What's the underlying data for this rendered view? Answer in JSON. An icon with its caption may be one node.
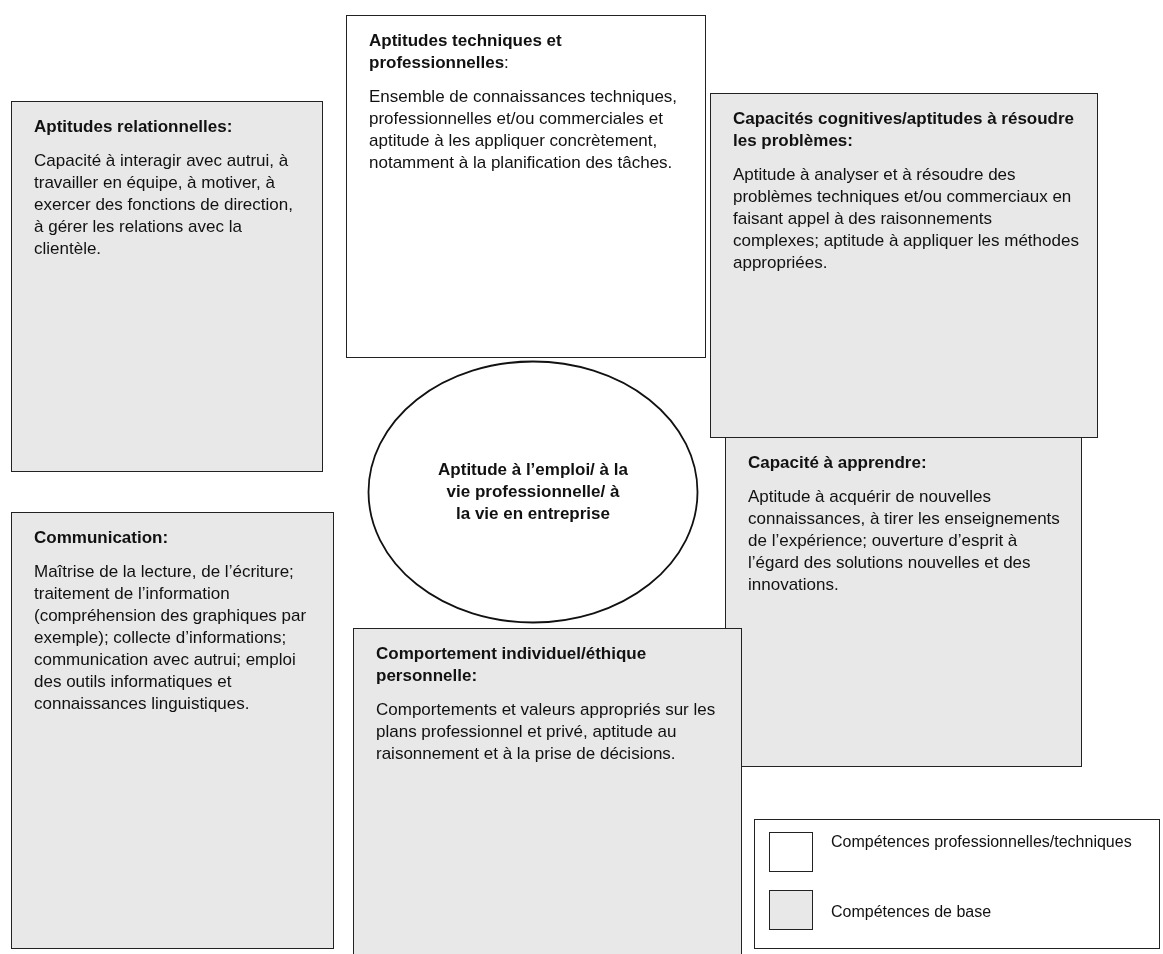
{
  "diagram": {
    "nodes": [
      {
        "text": [
          "Aptitudes relationnelles:",
          "Capacité à interagir avec autrui, à travailler en équipe, à motiver, à exercer des fonctions de direction, à gérer les relations avec la clientèle."
        ]
      },
      {
        "text": [
          "**Aptitudes techniques et professionnelles**:",
          "Ensemble de connaissances techniques, professionnelles et/ou commerciales et aptitude à les appliquer concrètement, notamment à la planification des tâches."
        ]
      },
      {
        "text": [
          "Capacités cognitives/aptitudes à résoudre les problèmes:",
          "Aptitude à analyser et à résoudre des problèmes techniques et/ou commerciaux en faisant appel à des raisonnements complexes; aptitude à appliquer les méthodes appropriées."
        ]
      },
      {
        "text": [
          "Aptitude à l’emploi/ à la vie professionnelle/ à la vie en entreprise"
        ]
      },
      {
        "text": [
          "Capacité à apprendre:",
          "Aptitude à acquérir de nouvelles connaissances, à tirer les enseignements de l’expérience; ouverture d’esprit à l’égard des solutions nouvelles et des innovations."
        ]
      },
      {
        "text": [
          "Communication:",
          "Maîtrise de la lecture, de l’écriture; traitement de l’information (compréhension des graphiques par exemple); collecte d’informations; communication avec autrui; emploi des outils informatiques et connaissances linguistiques."
        ]
      },
      {
        "text": [
          "Comportement individuel/éthique personnelle:",
          "Comportements et valeurs appropriés sur les plans professionnel et privé, aptitude au raisonnement et à la prise de décisions."
        ]
      }
    ],
    "edges": [],
    "legend": [
      {
        "text": "Compétences professionnelles/techniques",
        "color": "#ffffff"
      },
      {
        "text": "Compétences de base",
        "color": "#e8e8e8"
      }
    ]
  }
}
